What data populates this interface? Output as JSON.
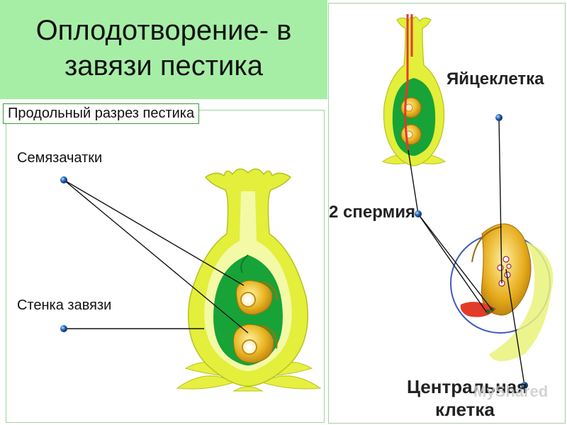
{
  "title": {
    "line1": "Оплодотворение- в",
    "line2": "завязи пестика"
  },
  "section_label": "Продольный разрез пестика",
  "labels": {
    "ovules": "Семязачатки",
    "ovary_wall": "Стенка завязи",
    "egg_cell": "Яйцеклетка",
    "sperms": "2 спермия",
    "central_cell_line1": "Центральная",
    "central_cell_line2": "клетка"
  },
  "watermark": "MyShared",
  "colors": {
    "title_bg": "#a6eea6",
    "pistil_yellow": "#e2ef3b",
    "pistil_light": "#f3f8a0",
    "ovary_green": "#16a336",
    "ovule_gold": "#e0a81a",
    "pointer_blue": "#2b73c8",
    "sperm_red": "#e23b2a"
  },
  "icons": [
    "pointer-dot-icon"
  ]
}
